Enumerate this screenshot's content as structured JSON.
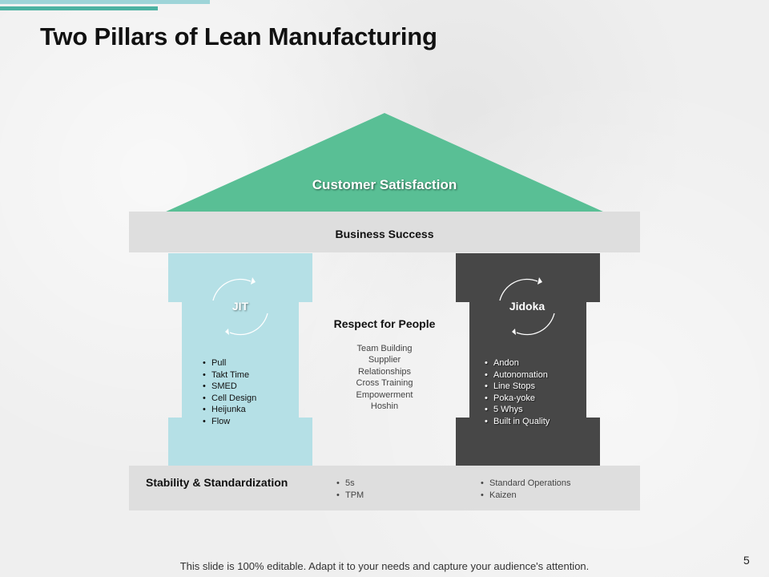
{
  "slide": {
    "title": "Two Pillars of Lean Manufacturing",
    "page_number": "5",
    "footer": "This slide is 100% editable. Adapt it to your needs and capture your audience's attention."
  },
  "colors": {
    "roof": "#59bf95",
    "beam": "#dedede",
    "jit_pillar": "#b5e0e6",
    "jidoka_pillar": "#474747",
    "accent_light": "#9ed4d8",
    "accent_dark": "#4cb2a2"
  },
  "roof": {
    "label": "Customer Satisfaction"
  },
  "beam": {
    "label": "Business Success"
  },
  "jit": {
    "label": "JIT",
    "items": [
      "Pull",
      "Takt Time",
      "SMED",
      "Cell Design",
      "Heijunka",
      "Flow"
    ]
  },
  "jidoka": {
    "label": "Jidoka",
    "items": [
      "Andon",
      "Autonomation",
      "Line Stops",
      "Poka-yoke",
      "5 Whys",
      "Built in Quality"
    ]
  },
  "respect": {
    "title": "Respect for People",
    "items": [
      "Team Building",
      "Supplier",
      "Relationships",
      "Cross Training",
      "Empowerment",
      "Hoshin"
    ]
  },
  "base": {
    "label": "Stability & Standardization",
    "items_1": [
      "5s",
      "TPM"
    ],
    "items_2": [
      "Standard Operations",
      "Kaizen"
    ]
  },
  "icons": {
    "cycle": "circular-arrows-icon"
  }
}
